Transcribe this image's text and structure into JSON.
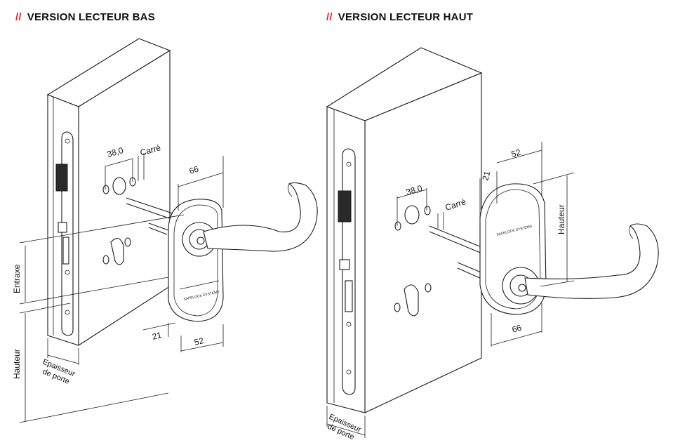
{
  "headings": {
    "left": {
      "mark": "//",
      "text": "VERSION LECTEUR BAS"
    },
    "right": {
      "mark": "//",
      "text": "VERSION LECTEUR HAUT"
    }
  },
  "left_dims": {
    "d380": "38,0",
    "carre": "Carré",
    "d66": "66",
    "entraxe": "Entraxe",
    "hauteur": "Hauteur",
    "d21": "21",
    "d52": "52",
    "epaisseur1": "Epaisseur",
    "epaisseur2": "de porte"
  },
  "right_dims": {
    "d52": "52",
    "d21": "21",
    "d380": "38,0",
    "carre": "Carré",
    "hauteur": "Hauteur",
    "d66": "66",
    "epaisseur1": "Epaisseur",
    "epaisseur2": "de porte"
  },
  "colors": {
    "accent": "#d9232d",
    "line": "#1a1a1a"
  }
}
